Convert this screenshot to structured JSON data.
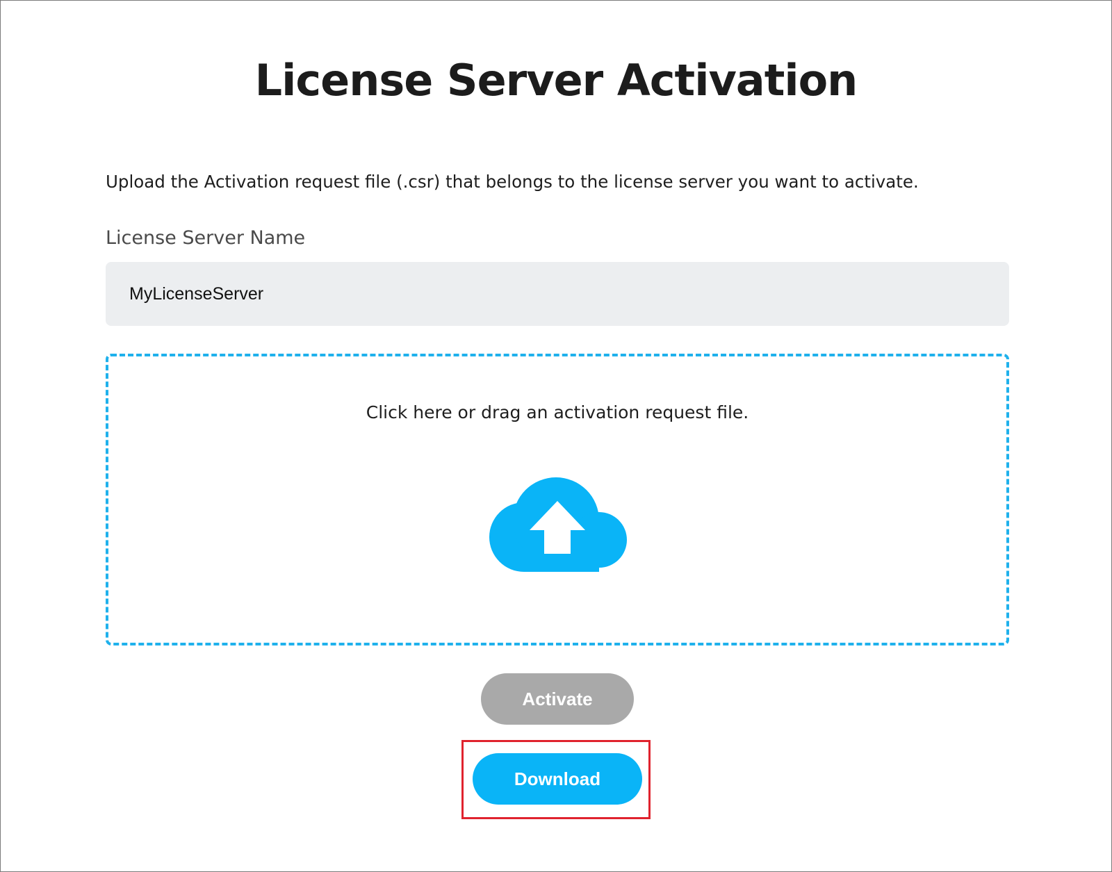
{
  "page": {
    "title": "License Server Activation",
    "intro_text": "Upload the Activation request file (.csr) that belongs to the license server you want to activate."
  },
  "license_name": {
    "label": "License Server Name",
    "value": "MyLicenseServer"
  },
  "dropzone": {
    "text": "Click here or drag an activation request file.",
    "icon": "cloud-upload-icon"
  },
  "buttons": {
    "activate_label": "Activate",
    "activate_enabled": false,
    "download_label": "Download",
    "download_highlighted": true
  },
  "colors": {
    "accent": "#0ab4f7",
    "dropzone_border": "#1fb1ec",
    "disabled_button": "#a9a9a9",
    "highlight": "#e0232e",
    "field_background": "#eceef0"
  }
}
